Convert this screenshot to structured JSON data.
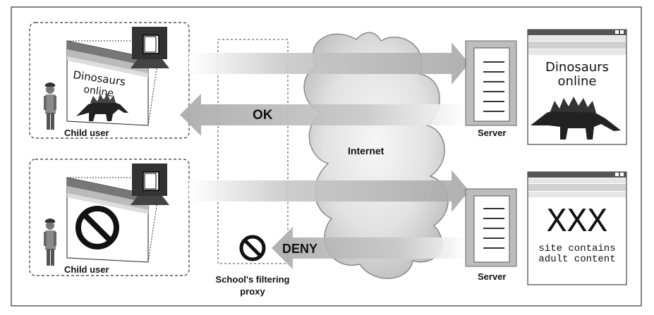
{
  "diagram": {
    "top_user_label": "Child user",
    "bottom_user_label": "Child user",
    "ok_label": "OK",
    "deny_label": "DENY",
    "internet_label": "Internet",
    "top_server_label": "Server",
    "bottom_server_label": "Server",
    "proxy_label_line1": "School's filtering",
    "proxy_label_line2": "proxy",
    "screen_title_line1": "Dinosaurs",
    "screen_title_line2": "online",
    "server_page_top_line1": "Dinosaurs",
    "server_page_top_line2": "online",
    "server_page_bottom_big": "XXX",
    "server_page_bottom_line1": "site contains",
    "server_page_bottom_line2": "adult content"
  }
}
